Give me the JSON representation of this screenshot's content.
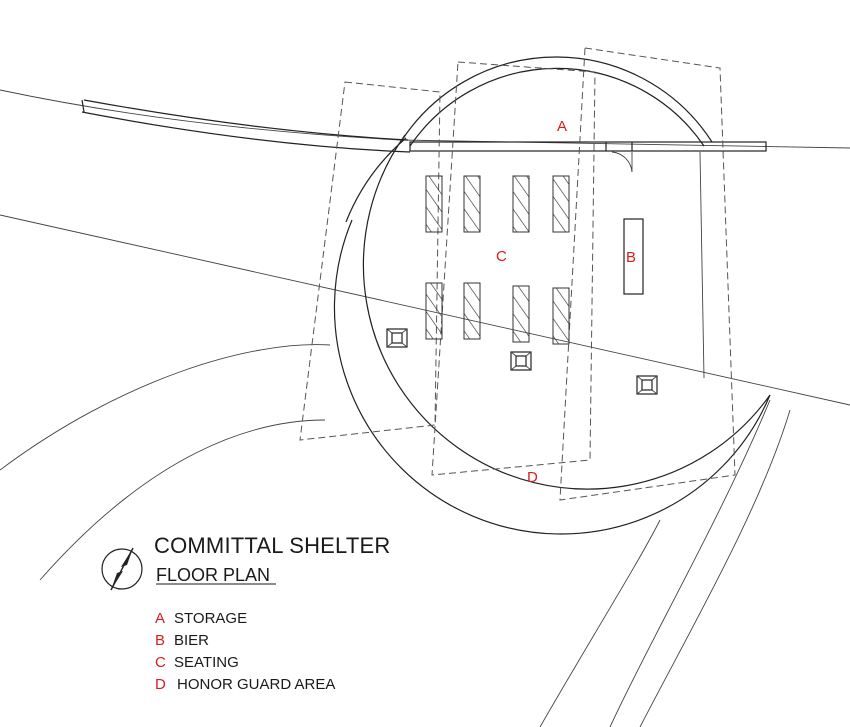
{
  "title": "COMMITTAL SHELTER",
  "subtitle": "FLOOR PLAN",
  "zone_labels": {
    "a": "A",
    "b": "B",
    "c": "C",
    "d": "D"
  },
  "legend": [
    {
      "key": "A",
      "label": "STORAGE"
    },
    {
      "key": "B",
      "label": "BIER"
    },
    {
      "key": "C",
      "label": "SEATING"
    },
    {
      "key": "D",
      "label": "HONOR GUARD AREA"
    }
  ],
  "colors": {
    "label_red": "#d61e1e",
    "line": "#333333"
  },
  "icons": {
    "north_arrow": "north-arrow-icon"
  }
}
